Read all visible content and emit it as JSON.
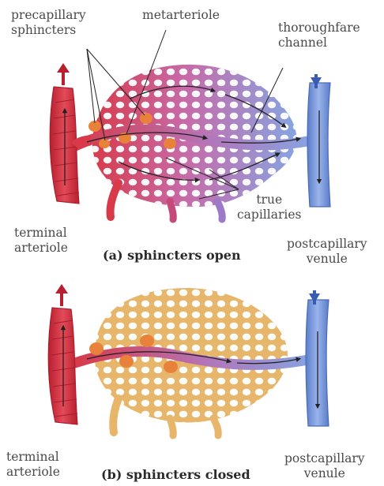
{
  "panel_a": {
    "caption": "(a) sphincters open",
    "labels": {
      "precapillary_sphincters": "precapillary\nsphincters",
      "metarteriole": "metarteriole",
      "thoroughfare_channel": "thoroughfare\nchannel",
      "true_capillaries": "true\ncapillaries",
      "terminal_arteriole": "terminal\narteriole",
      "postcapillary_venule": "postcapillary\nvenule"
    }
  },
  "panel_b": {
    "caption": "(b) sphincters closed",
    "labels": {
      "terminal_arteriole": "terminal\narteriole",
      "postcapillary_venule": "postcapillary\nvenule"
    }
  },
  "colors": {
    "arteriole": "#d83a4a",
    "arteriole_dark": "#a81e2e",
    "venule": "#7f9fe0",
    "venule_dark": "#4a6bb8",
    "capillary_closed": "#e8b66a",
    "sphincter": "#e8823a",
    "arrow": "#222222"
  }
}
